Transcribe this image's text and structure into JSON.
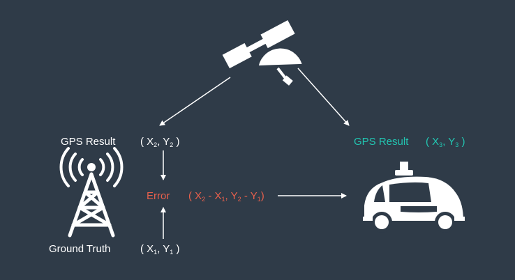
{
  "colors": {
    "background": "#2f3b48",
    "foreground": "#ffffff",
    "teal_accent": "#22c6b2",
    "error_red": "#e8604c"
  },
  "icons": [
    "satellite-icon",
    "cell-tower-icon",
    "self-driving-car-icon"
  ],
  "labels": {
    "gps_result_left": "GPS Result",
    "coords_left": {
      "open": "( X",
      "s1": "2",
      "mid": ", Y",
      "s2": "2",
      "close": ")"
    },
    "ground_truth": "Ground Truth",
    "coords_ground": {
      "open": "( X",
      "s1": "1",
      "mid": ", Y",
      "s2": "1",
      "close": ")"
    },
    "error": "Error",
    "error_formula": {
      "open": "( X",
      "s1": "2",
      "minus1": "- X",
      "s2": "1",
      "mid": ", Y",
      "s3": "2",
      "minus2": "- Y",
      "s4": "1",
      "close": ")"
    },
    "gps_result_right": "GPS Result",
    "coords_right": {
      "open": "( X",
      "s1": "3",
      "mid": ", Y",
      "s2": "3",
      "close": ")"
    }
  }
}
